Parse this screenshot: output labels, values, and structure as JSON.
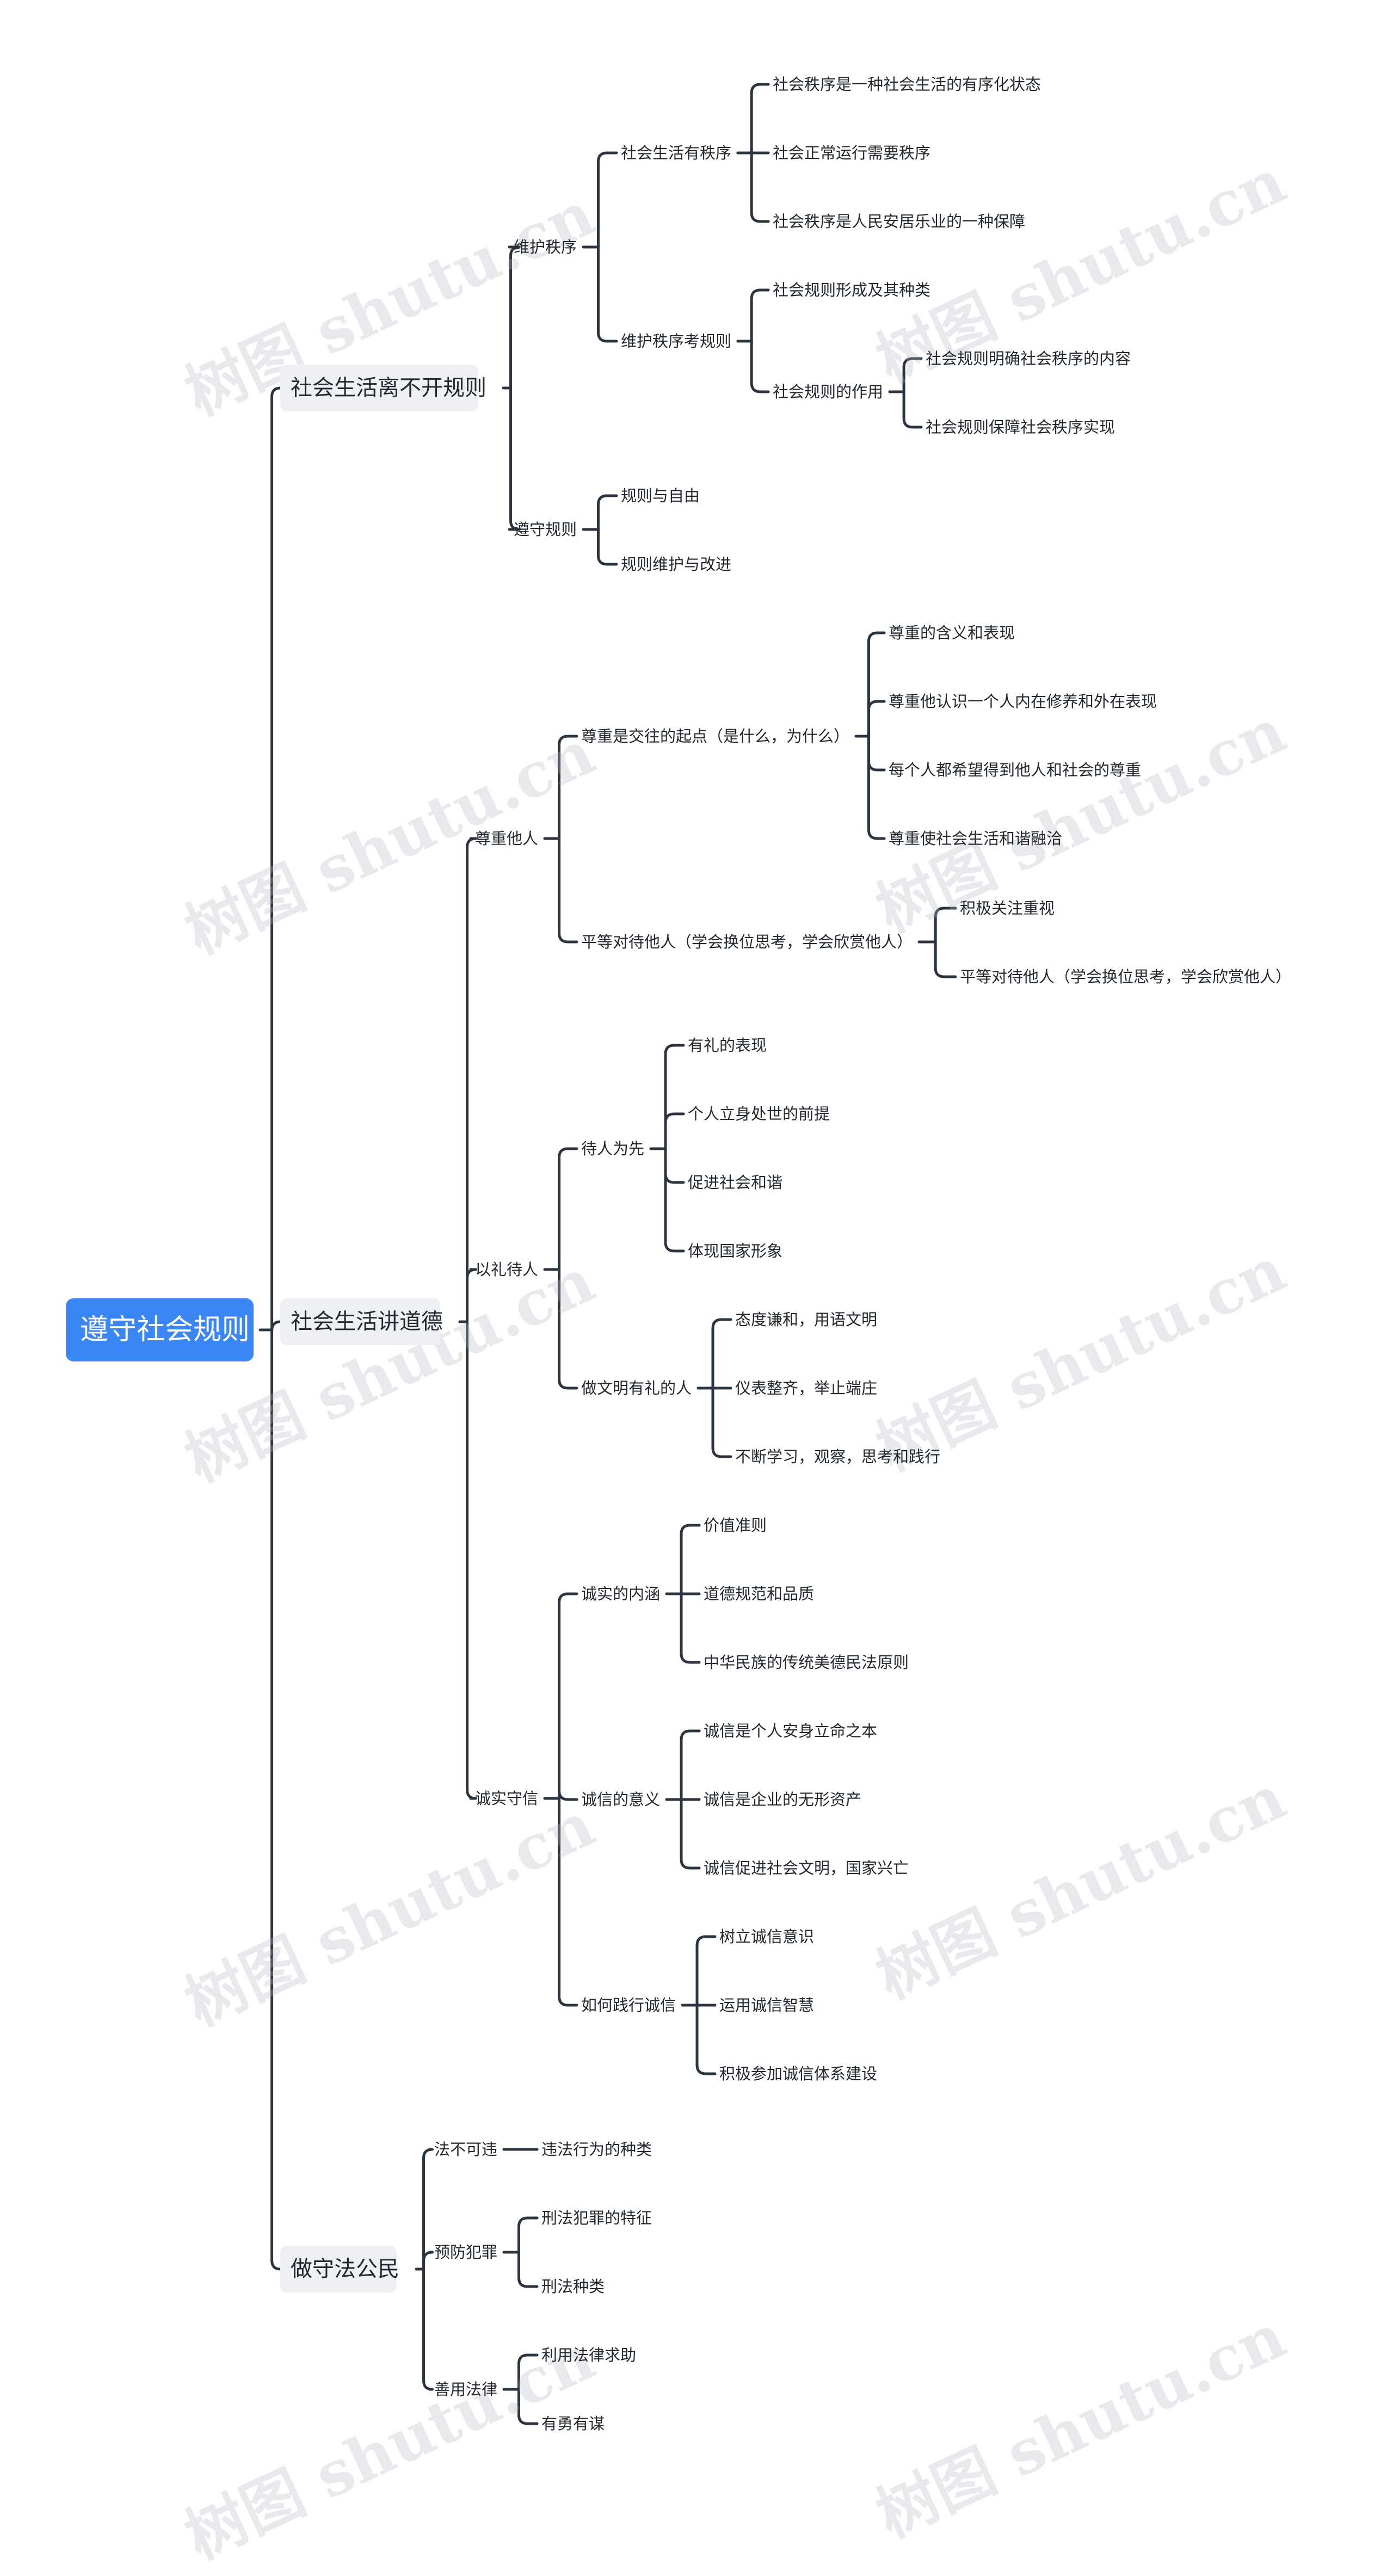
{
  "watermark": "树图 shutu.cn",
  "root": "遵守社会规则",
  "sections": [
    {
      "label": "社会生活离不开规则",
      "children": [
        {
          "label": "维护秩序",
          "children": [
            {
              "label": "社会生活有秩序",
              "children": [
                "社会秩序是一种社会生活的有序化状态",
                "社会正常运行需要秩序",
                "社会秩序是人民安居乐业的一种保障"
              ]
            },
            {
              "label": "维护秩序考规则",
              "children": [
                "社会规则形成及其种类",
                {
                  "label": "社会规则的作用",
                  "children": [
                    "社会规则明确社会秩序的内容",
                    "社会规则保障社会秩序实现"
                  ]
                }
              ]
            }
          ]
        },
        {
          "label": "遵守规则",
          "children": [
            "规则与自由",
            "规则维护与改进"
          ]
        }
      ]
    },
    {
      "label": "社会生活讲道德",
      "children": [
        {
          "label": "尊重他人",
          "children": [
            {
              "label": "尊重是交往的起点（是什么，为什么）",
              "children": [
                "尊重的含义和表现",
                "尊重他认识一个人内在修养和外在表现",
                "每个人都希望得到他人和社会的尊重",
                "尊重使社会生活和谐融洽"
              ]
            },
            {
              "label": "平等对待他人（学会换位思考，学会欣赏他人）",
              "children": [
                "积极关注重视",
                "平等对待他人（学会换位思考，学会欣赏他人）"
              ]
            }
          ]
        },
        {
          "label": "以礼待人",
          "children": [
            {
              "label": "待人为先",
              "children": [
                "有礼的表现",
                "个人立身处世的前提",
                "促进社会和谐",
                "体现国家形象"
              ]
            },
            {
              "label": "做文明有礼的人",
              "children": [
                "态度谦和，用语文明",
                "仪表整齐，举止端庄",
                "不断学习，观察，思考和践行"
              ]
            }
          ]
        },
        {
          "label": "诚实守信",
          "children": [
            {
              "label": "诚实的内涵",
              "children": [
                "价值准则",
                "道德规范和品质",
                "中华民族的传统美德民法原则"
              ]
            },
            {
              "label": "诚信的意义",
              "children": [
                "诚信是个人安身立命之本",
                "诚信是企业的无形资产",
                "诚信促进社会文明，国家兴亡"
              ]
            },
            {
              "label": "如何践行诚信",
              "children": [
                "树立诚信意识",
                "运用诚信智慧",
                "积极参加诚信体系建设"
              ]
            }
          ]
        }
      ]
    },
    {
      "label": "做守法公民",
      "children": [
        {
          "label": "法不可违",
          "children": [
            "违法行为的种类"
          ]
        },
        {
          "label": "预防犯罪",
          "children": [
            "刑法犯罪的特征",
            "刑法种类"
          ]
        },
        {
          "label": "善用法律",
          "children": [
            "利用法律求助",
            "有勇有谋"
          ]
        }
      ]
    }
  ]
}
